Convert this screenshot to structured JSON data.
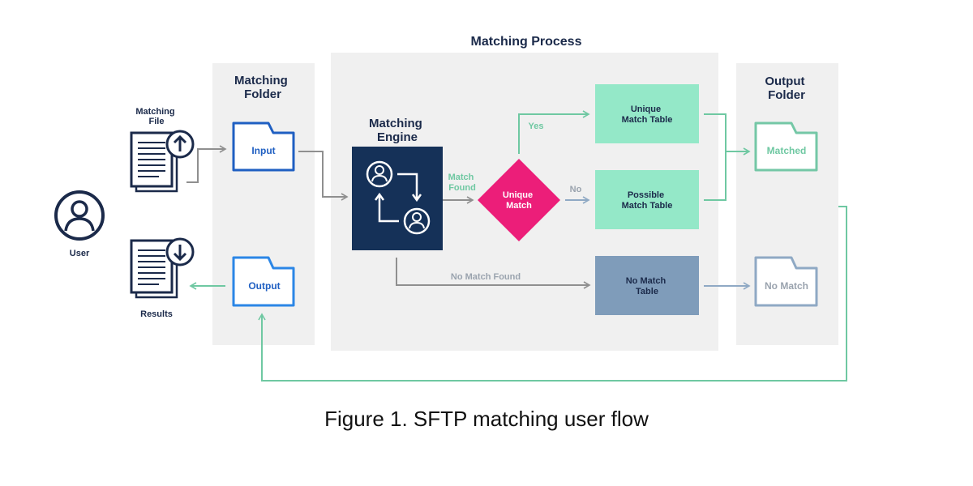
{
  "headers": {
    "matching_process": "Matching Process",
    "matching_folder": [
      "Matching",
      "Folder"
    ],
    "output_folder": [
      "Output",
      "Folder"
    ],
    "matching_engine": [
      "Matching",
      "Engine"
    ]
  },
  "user": {
    "label": "User",
    "matching_file": [
      "Matching",
      "File"
    ],
    "results": "Results"
  },
  "folders": {
    "input": "Input",
    "output": "Output",
    "matched": "Matched",
    "no_match": "No Match"
  },
  "decision": {
    "label": [
      "Unique",
      "Match"
    ]
  },
  "tables": {
    "unique": [
      "Unique",
      "Match Table"
    ],
    "possible": [
      "Possible",
      "Match Table"
    ],
    "no_match": [
      "No Match",
      "Table"
    ]
  },
  "edge_labels": {
    "match_found": [
      "Match",
      "Found"
    ],
    "yes": "Yes",
    "no": "No",
    "no_match_found": "No Match Found"
  },
  "caption": "Figure 1. SFTP matching user flow",
  "colors": {
    "panel": "#f0f0f0",
    "navy": "#1b2a4a",
    "engine": "#153158",
    "blue": "#1f5fc2",
    "magenta": "#ec1e79",
    "mint": "#94e8c8",
    "green": "#6fc8a2",
    "slate": "#7f9cba",
    "slate_light": "#a3b8cc",
    "arrow_grey": "#8f8f8f"
  },
  "icons": [
    "user-icon",
    "document-upload-icon",
    "document-download-icon",
    "folder-icon",
    "person-swap-icon"
  ]
}
